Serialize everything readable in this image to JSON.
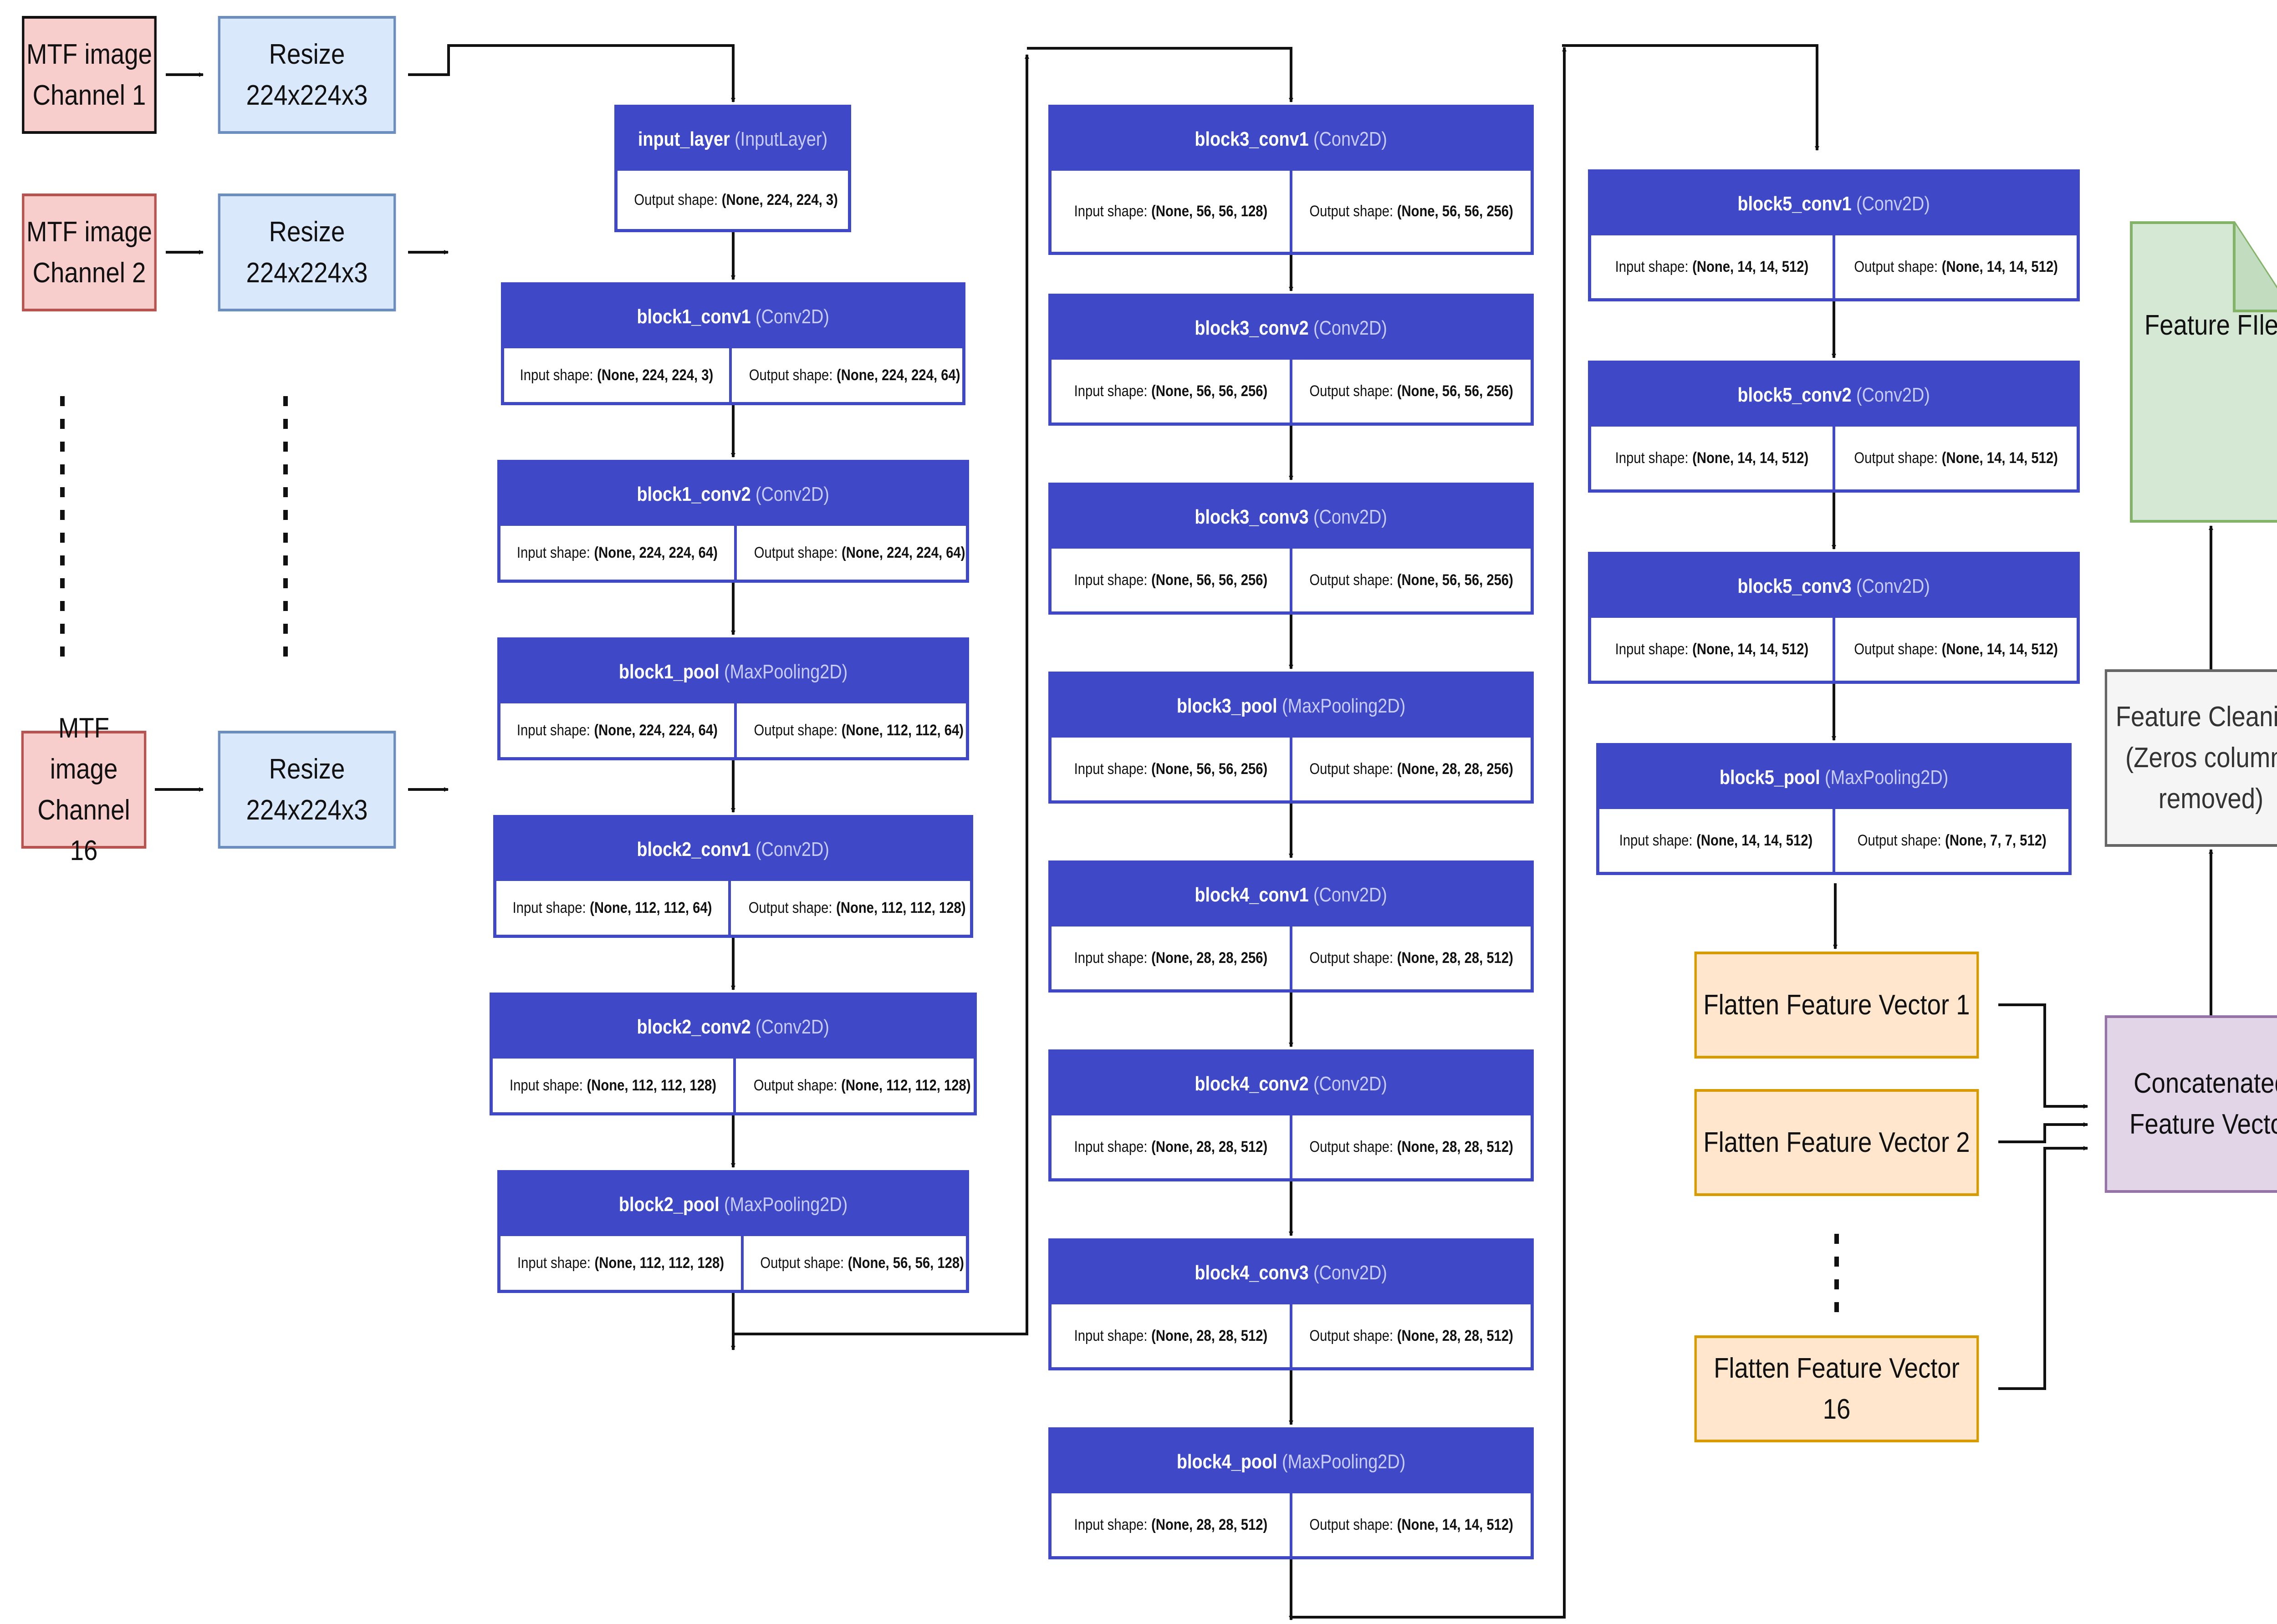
{
  "inputs": [
    {
      "channel": "MTF image\nChannel 1",
      "resize": "Resize\n224x224x3"
    },
    {
      "channel": "MTF image\nChannel 2",
      "resize": "Resize\n224x224x3"
    },
    {
      "channel": "MTF image\nChannel 16",
      "resize": "Resize\n224x224x3"
    }
  ],
  "layers": [
    {
      "name": "input_layer",
      "type": "(InputLayer)",
      "in_label": "",
      "in_shape": "",
      "out_label": "Output shape:",
      "out_shape": "(None, 224, 224, 3)"
    },
    {
      "name": "block1_conv1",
      "type": "(Conv2D)",
      "in_label": "Input shape:",
      "in_shape": "(None, 224, 224, 3)",
      "out_label": "Output shape:",
      "out_shape": "(None, 224, 224, 64)"
    },
    {
      "name": "block1_conv2",
      "type": "(Conv2D)",
      "in_label": "Input shape:",
      "in_shape": "(None, 224, 224, 64)",
      "out_label": "Output shape:",
      "out_shape": "(None, 224, 224, 64)"
    },
    {
      "name": "block1_pool",
      "type": "(MaxPooling2D)",
      "in_label": "Input shape:",
      "in_shape": "(None, 224, 224, 64)",
      "out_label": "Output shape:",
      "out_shape": "(None, 112, 112, 64)"
    },
    {
      "name": "block2_conv1",
      "type": "(Conv2D)",
      "in_label": "Input shape:",
      "in_shape": "(None, 112, 112, 64)",
      "out_label": "Output shape:",
      "out_shape": "(None, 112, 112, 128)"
    },
    {
      "name": "block2_conv2",
      "type": "(Conv2D)",
      "in_label": "Input shape:",
      "in_shape": "(None, 112, 112, 128)",
      "out_label": "Output shape:",
      "out_shape": "(None, 112, 112, 128)"
    },
    {
      "name": "block2_pool",
      "type": "(MaxPooling2D)",
      "in_label": "Input shape:",
      "in_shape": "(None, 112, 112, 128)",
      "out_label": "Output shape:",
      "out_shape": "(None, 56, 56, 128)"
    },
    {
      "name": "block3_conv1",
      "type": "(Conv2D)",
      "in_label": "Input shape:",
      "in_shape": "(None, 56, 56, 128)",
      "out_label": "Output shape:",
      "out_shape": "(None, 56, 56, 256)"
    },
    {
      "name": "block3_conv2",
      "type": "(Conv2D)",
      "in_label": "Input shape:",
      "in_shape": "(None, 56, 56, 256)",
      "out_label": "Output shape:",
      "out_shape": "(None, 56, 56, 256)"
    },
    {
      "name": "block3_conv3",
      "type": "(Conv2D)",
      "in_label": "Input shape:",
      "in_shape": "(None, 56, 56, 256)",
      "out_label": "Output shape:",
      "out_shape": "(None, 56, 56, 256)"
    },
    {
      "name": "block3_pool",
      "type": "(MaxPooling2D)",
      "in_label": "Input shape:",
      "in_shape": "(None, 56, 56, 256)",
      "out_label": "Output shape:",
      "out_shape": "(None, 28, 28, 256)"
    },
    {
      "name": "block4_conv1",
      "type": "(Conv2D)",
      "in_label": "Input shape:",
      "in_shape": "(None, 28, 28, 256)",
      "out_label": "Output shape:",
      "out_shape": "(None, 28, 28, 512)"
    },
    {
      "name": "block4_conv2",
      "type": "(Conv2D)",
      "in_label": "Input shape:",
      "in_shape": "(None, 28, 28, 512)",
      "out_label": "Output shape:",
      "out_shape": "(None, 28, 28, 512)"
    },
    {
      "name": "block4_conv3",
      "type": "(Conv2D)",
      "in_label": "Input shape:",
      "in_shape": "(None, 28, 28, 512)",
      "out_label": "Output shape:",
      "out_shape": "(None, 28, 28, 512)"
    },
    {
      "name": "block4_pool",
      "type": "(MaxPooling2D)",
      "in_label": "Input shape:",
      "in_shape": "(None, 28, 28, 512)",
      "out_label": "Output shape:",
      "out_shape": "(None, 14, 14, 512)"
    },
    {
      "name": "block5_conv1",
      "type": "(Conv2D)",
      "in_label": "Input shape:",
      "in_shape": "(None, 14, 14, 512)",
      "out_label": "Output shape:",
      "out_shape": "(None, 14, 14, 512)"
    },
    {
      "name": "block5_conv2",
      "type": "(Conv2D)",
      "in_label": "Input shape:",
      "in_shape": "(None, 14, 14, 512)",
      "out_label": "Output shape:",
      "out_shape": "(None, 14, 14, 512)"
    },
    {
      "name": "block5_conv3",
      "type": "(Conv2D)",
      "in_label": "Input shape:",
      "in_shape": "(None, 14, 14, 512)",
      "out_label": "Output shape:",
      "out_shape": "(None, 14, 14, 512)"
    },
    {
      "name": "block5_pool",
      "type": "(MaxPooling2D)",
      "in_label": "Input shape:",
      "in_shape": "(None, 14, 14, 512)",
      "out_label": "Output shape:",
      "out_shape": "(None, 7, 7, 512)"
    }
  ],
  "flatten": [
    "Flatten Feature Vector 1",
    "Flatten Feature Vector 2",
    "Flatten Feature Vector 16"
  ],
  "concatenated": "Concatenated\nFeature Vector",
  "cleaning": "Feature Cleaning\n(Zeros columns\nremoved)",
  "feature_file": "Feature FIle",
  "colors": {
    "layer_blue": "#3f49c7",
    "channel_fill": "#f8cecc",
    "resize_fill": "#dae8fc",
    "flatten_fill": "#ffe6cc",
    "concat_fill": "#e1d5e7",
    "cleaning_fill": "#f5f5f5",
    "file_fill": "#d5e8d4"
  }
}
